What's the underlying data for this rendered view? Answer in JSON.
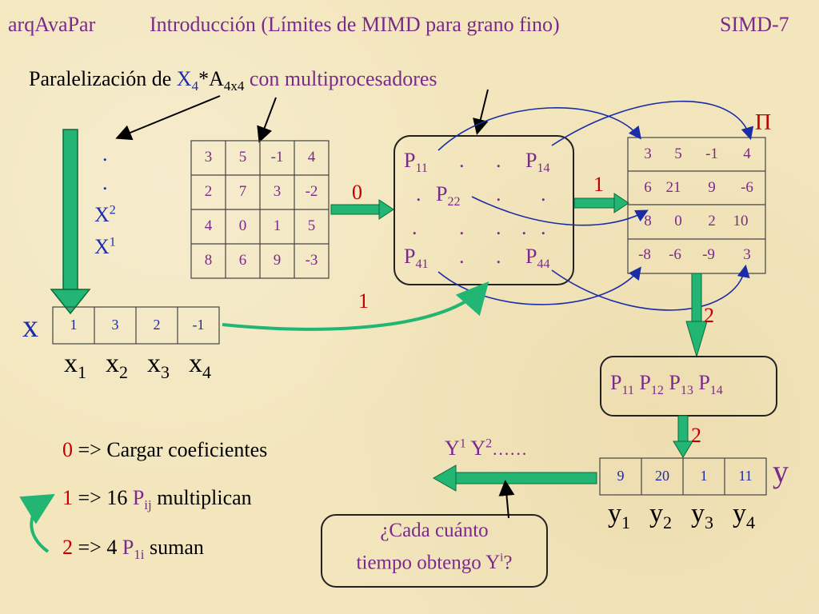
{
  "header": {
    "left": "arqAvaPar",
    "center": "Introducción (Límites de MIMD para grano fino)",
    "right": "SIMD-7"
  },
  "subtitle": {
    "prefix": "Paralelización de ",
    "x": "X",
    "x_sub": "4",
    "star": "*",
    "a": "A",
    "a_sub": "4x4",
    "suffix": " con multiprocesadores"
  },
  "stack": {
    "dot1": ".",
    "dot2": ".",
    "x2": "X",
    "x2_sup": "2",
    "x1": "X",
    "x1_sup": "1"
  },
  "matrix_a": [
    [
      "3",
      "5",
      "-1",
      "4"
    ],
    [
      "2",
      "7",
      "3",
      "-2"
    ],
    [
      "4",
      "0",
      "1",
      "5"
    ],
    [
      "8",
      "6",
      "9",
      "-3"
    ]
  ],
  "proc_grid": [
    [
      "P",
      "11",
      ".",
      ".",
      "P",
      "14"
    ],
    [
      ".",
      "P",
      "22",
      ".",
      "."
    ],
    [
      ".",
      ".",
      ".",
      ".",
      "."
    ],
    [
      "P",
      "41",
      ".",
      ".",
      "P",
      "44"
    ]
  ],
  "pi_symbol": "Π",
  "matrix_pi": [
    [
      "3",
      "5",
      "-1",
      "4"
    ],
    [
      "6",
      "21",
      "9",
      "-6"
    ],
    [
      "8",
      "0",
      "2",
      "10"
    ],
    [
      "-8",
      "-6",
      "-9",
      "3"
    ]
  ],
  "step_labels": {
    "zero": "0",
    "one_top": "1",
    "one_low": "1",
    "two_a": "2",
    "two_b": "2"
  },
  "x_vector": {
    "label": "x",
    "values": [
      "1",
      "3",
      "2",
      "-1"
    ],
    "names": [
      "x",
      "x",
      "x",
      "x"
    ],
    "subs": [
      "1",
      "2",
      "3",
      "4"
    ]
  },
  "p_row": {
    "items": [
      "P",
      "P",
      "P",
      "P"
    ],
    "subs": [
      "11",
      "12",
      "13",
      "14"
    ]
  },
  "y_vector": {
    "label": "y",
    "values": [
      "9",
      "20",
      "1",
      "11"
    ],
    "names": [
      "y",
      "y",
      "y",
      "y"
    ],
    "subs": [
      "1",
      "2",
      "3",
      "4"
    ]
  },
  "y_seq": {
    "y": "Y",
    "sup1": "1",
    "y2": "Y",
    "sup2": "2",
    "dots": "……"
  },
  "legend": {
    "l0_num": "0",
    "l0_text": " => Cargar coeficientes",
    "l1_num": "1",
    "l1_text": " => 16 ",
    "l1_p": "P",
    "l1_sub": "ij",
    "l1_tail": " multiplican",
    "l2_num": "2",
    "l2_text": " => 4 ",
    "l2_p": "P",
    "l2_sub": "1i",
    "l2_tail": " suman"
  },
  "question": {
    "line1": "¿Cada cuánto",
    "line2a": "tiempo obtengo ",
    "line2y": "Y",
    "line2sup": "i",
    "line2end": "?"
  },
  "colors": {
    "purple": "#7a2a8a",
    "blue": "#1a2ca8",
    "red": "#c00000",
    "green": "#22b573",
    "background": "#f3e6bd"
  }
}
